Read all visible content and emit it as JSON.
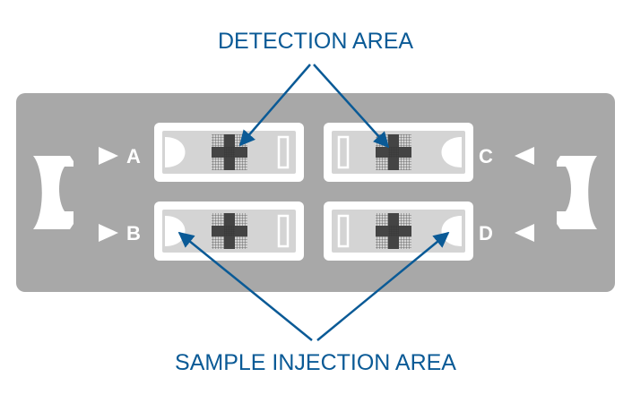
{
  "labels": {
    "detection_area": "DETECTION AREA",
    "sample_injection_area": "SAMPLE INJECTION AREA"
  },
  "channels": {
    "a": "A",
    "b": "B",
    "c": "C",
    "d": "D"
  },
  "colors": {
    "slide_body": "#a8a8a8",
    "chamber_fill": "#d4d4d4",
    "chamber_border": "#ffffff",
    "annotation": "#0a5a96",
    "grid": "#555555"
  },
  "icons": {
    "left_notch": "notch-icon",
    "right_notch": "notch-icon",
    "channel_pointer": "triangle-arrow-icon",
    "counting_grid": "grid-icon"
  }
}
